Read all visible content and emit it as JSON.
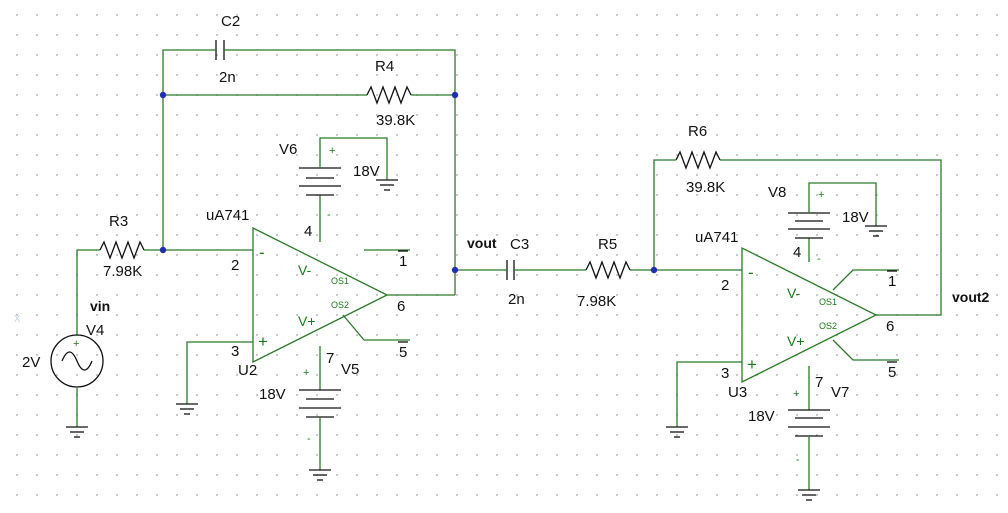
{
  "components": {
    "C2": {
      "name": "C2",
      "value": "2n"
    },
    "R4": {
      "name": "R4",
      "value": "39.8K"
    },
    "R3": {
      "name": "R3",
      "value": "7.98K"
    },
    "V6": {
      "name": "V6",
      "value": "18V",
      "plus": "+",
      "minus": "-"
    },
    "V5": {
      "name": "V5",
      "value": "18V",
      "plus": "+",
      "minus": "-"
    },
    "V4": {
      "name": "V4",
      "value": "2V"
    },
    "U2": {
      "name": "U2",
      "part": "uA741",
      "pin_inv": "2",
      "pin_noninv": "3",
      "pin_vneg": "4",
      "pin_vpos": "7",
      "pin_out": "6",
      "pin_os1": "1",
      "pin_os2": "5",
      "sym_minus": "-",
      "sym_plus": "+",
      "vneg": "V-",
      "vpos": "V+",
      "os1": "OS1",
      "os2": "OS2"
    },
    "C3": {
      "name": "C3",
      "value": "2n"
    },
    "R5": {
      "name": "R5",
      "value": "7.98K"
    },
    "R6": {
      "name": "R6",
      "value": "39.8K"
    },
    "V8": {
      "name": "V8",
      "value": "18V",
      "plus": "+",
      "minus": "-"
    },
    "V7": {
      "name": "V7",
      "value": "18V",
      "plus": "+",
      "minus": "-"
    },
    "U3": {
      "name": "U3",
      "part": "uA741",
      "pin_inv": "2",
      "pin_noninv": "3",
      "pin_vneg": "4",
      "pin_vpos": "7",
      "pin_out": "6",
      "pin_os1": "1",
      "pin_os2": "5",
      "sym_minus": "-",
      "sym_plus": "+",
      "vneg": "V-",
      "vpos": "V+",
      "os1": "OS1",
      "os2": "OS2"
    }
  },
  "nets": {
    "vin": "vin",
    "vout": "vout",
    "vout2": "vout2"
  },
  "stray_mark": "x",
  "colors": {
    "wire": "#2a7a2a",
    "node": "#1f2fb0",
    "part": "#101010",
    "pin_text": "#1a7a1a"
  }
}
